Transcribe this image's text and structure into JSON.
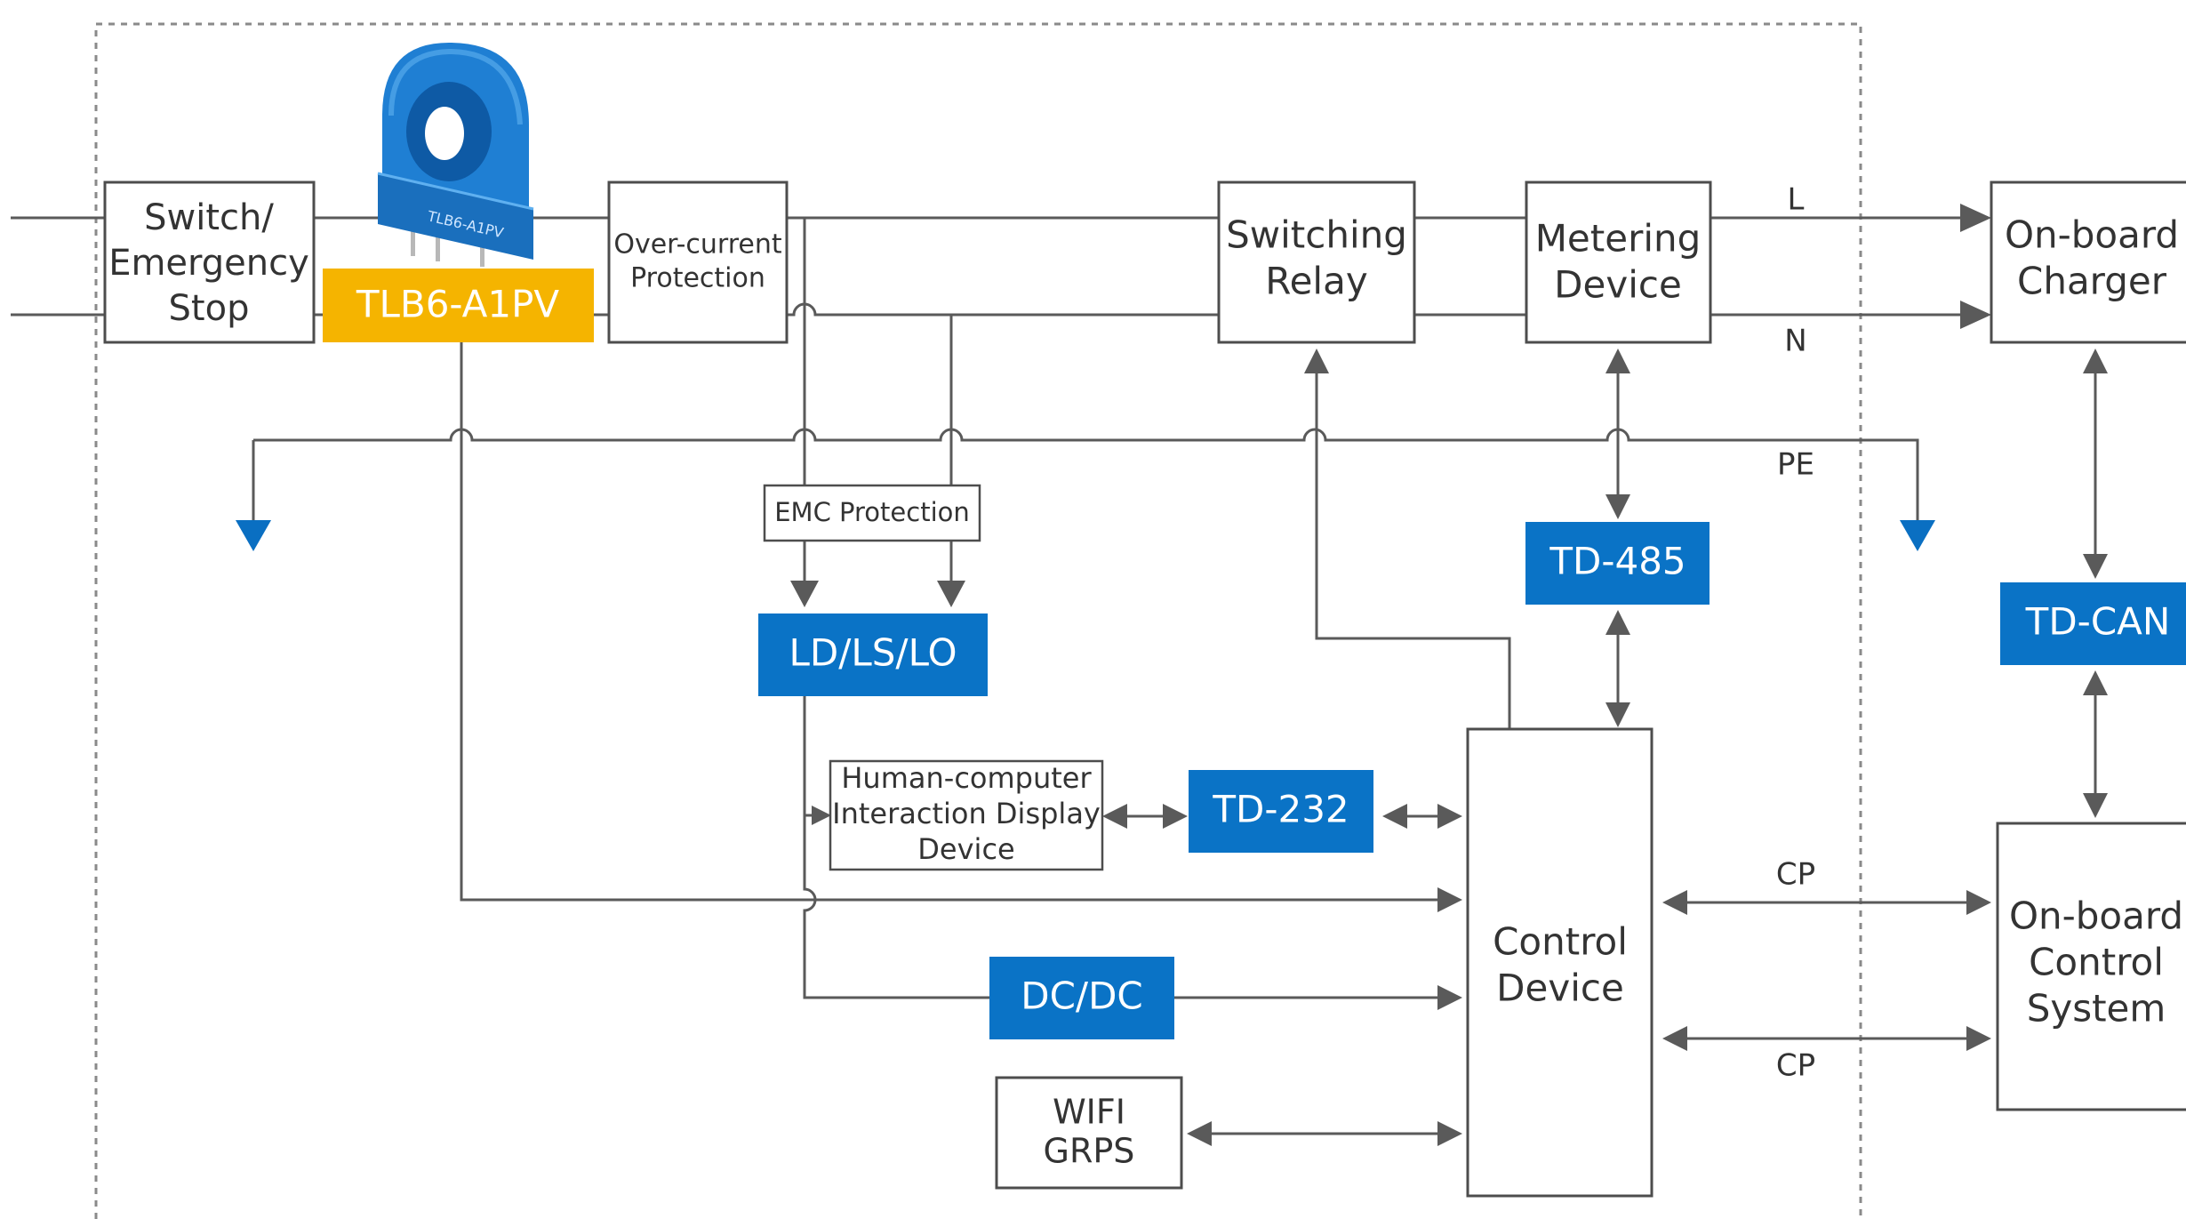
{
  "colors": {
    "blue": "#0a73c6",
    "yellow": "#f5b400",
    "line": "#5a5a5a",
    "border": "#4d4d4d",
    "frame": "#8a8a8a",
    "ground_arrow": "#0a6fc2",
    "sensor_body": "#1f7fd3"
  },
  "product_image": {
    "icon": "current-sensor-image",
    "engraving": "TLB6-A1PV"
  },
  "blocks": {
    "switch_stop": [
      "Switch/",
      "Emergency",
      "Stop"
    ],
    "sensor_label": "TLB6-A1PV",
    "over_current": [
      "Over-current",
      "Protection"
    ],
    "switching_relay": [
      "Switching",
      "Relay"
    ],
    "metering": [
      "Metering",
      "Device"
    ],
    "onboard_charger": [
      "On-board",
      "Charger"
    ],
    "emc": "EMC Protection",
    "ld": "LD/LS/LO",
    "td485": "TD-485",
    "tdcan": "TD-CAN",
    "hci": [
      "Human-computer",
      "Interaction Display",
      "Device"
    ],
    "td232": "TD-232",
    "control": [
      "Control",
      "Device"
    ],
    "dcdc": "DC/DC",
    "wifi": [
      "WIFI",
      "GRPS"
    ],
    "onboard_control": [
      "On-board",
      "Control",
      "System"
    ]
  },
  "signals": {
    "l": "L",
    "n": "N",
    "pe": "PE",
    "cp1": "CP",
    "cp2": "CP"
  }
}
